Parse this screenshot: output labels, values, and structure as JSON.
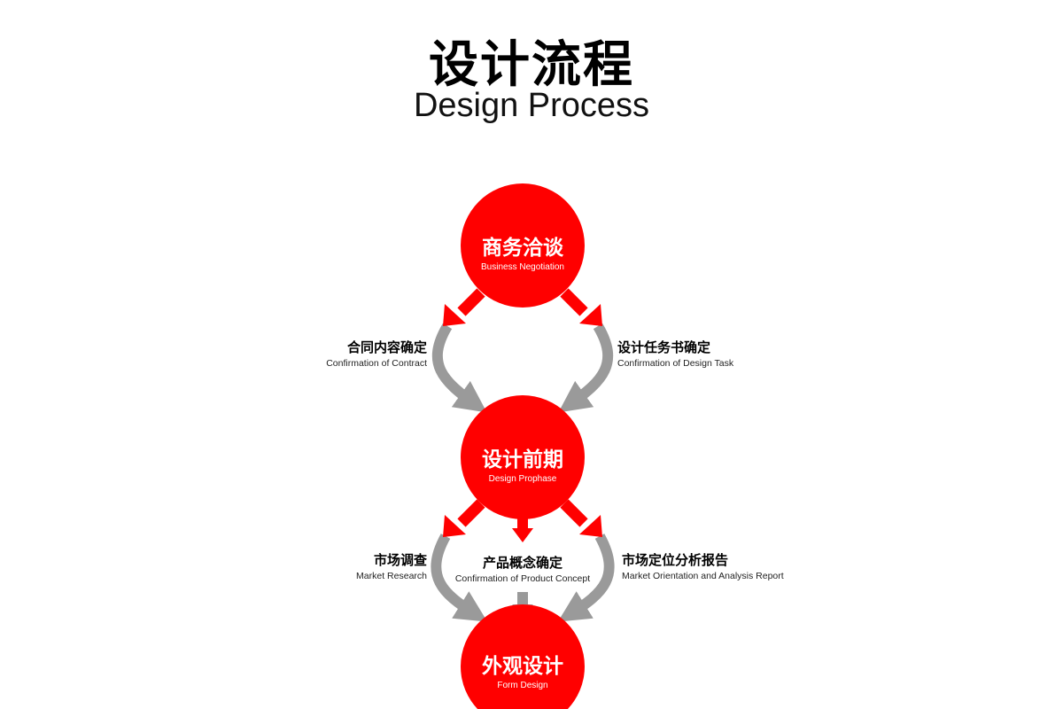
{
  "title": {
    "cn": "设计流程",
    "en": "Design Process"
  },
  "colors": {
    "node": "#ff0000",
    "arrow_gray": "#9a9a9a"
  },
  "nodes": [
    {
      "cn": "商务洽谈",
      "en": "Business Negotiation"
    },
    {
      "cn": "设计前期",
      "en": "Design Prophase"
    },
    {
      "cn": "外观设计",
      "en": "Form Design"
    }
  ],
  "labels": {
    "contract": {
      "cn": "合同内容确定",
      "en": "Confirmation of Contract"
    },
    "design_task": {
      "cn": "设计任务书确定",
      "en": "Confirmation of Design Task"
    },
    "market_research": {
      "cn": "市场调查",
      "en": "Market Research"
    },
    "product_concept": {
      "cn": "产品概念确定",
      "en": "Confirmation of Product Concept"
    },
    "market_report": {
      "cn": "市场定位分析报告",
      "en": "Market Orientation and Analysis Report"
    }
  }
}
